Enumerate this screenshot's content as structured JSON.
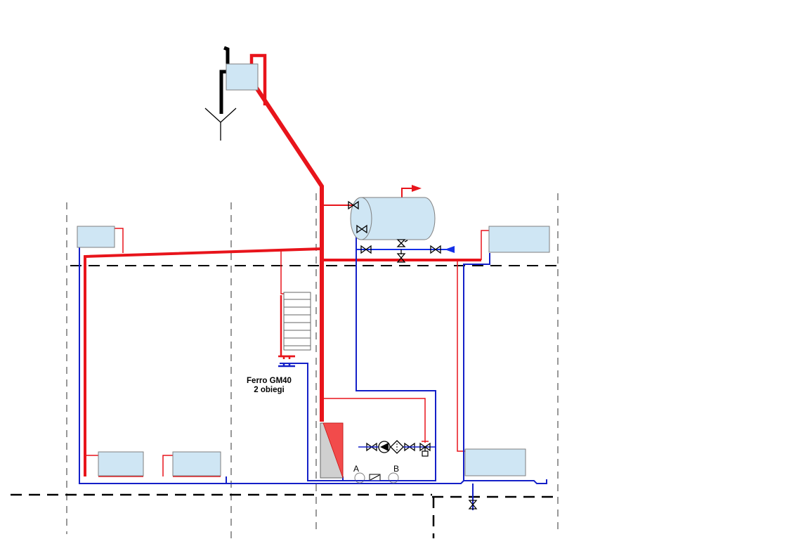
{
  "labels": {
    "boiler_name": "Ferro GM40",
    "boiler_circuits": "2 obiegi",
    "point_a": "A",
    "point_b": "B"
  },
  "colors": {
    "supply": "#e8141b",
    "return": "#1420c8",
    "cold_water": "#1430e8",
    "equipment_fill": "#cfe6f4",
    "equipment_stroke": "#7f7f7f",
    "boiler_flame": "#f24b4b",
    "wall_dash": "#333333",
    "floor_dash": "#000000"
  },
  "icons": [
    "gate-valve-icon",
    "pump-icon",
    "filter-icon",
    "three-way-valve-icon",
    "arrow-icon",
    "chimney-icon",
    "antenna-icon"
  ]
}
